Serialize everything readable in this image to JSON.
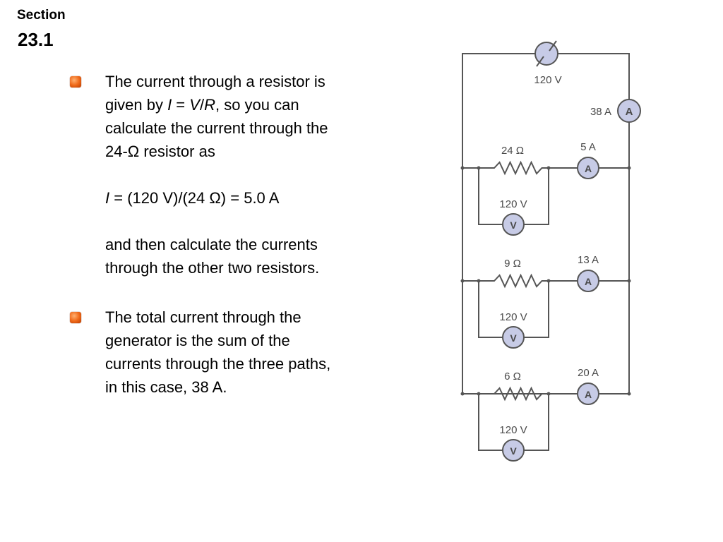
{
  "section": {
    "label": "Section",
    "number": "23.1"
  },
  "bullets": [
    {
      "lines": [
        "The current through a resistor is",
        "given by <i>I</i> = <i>V</i>/<i>R</i>, so you can",
        "calculate the current through the",
        "24-Ω resistor as",
        "",
        "<i>I</i> = (120 V)/(24 Ω) = 5.0 A",
        "",
        "and then calculate the currents",
        "through the other two resistors."
      ]
    },
    {
      "lines": [
        "The total current through the",
        "generator is the sum of the",
        "currents through the three paths,",
        "in this case, 38 A."
      ]
    }
  ],
  "circuit": {
    "generator_voltage": "120 V",
    "total_current": "38 A",
    "ammeter_symbol": "A",
    "voltmeter_symbol": "V",
    "branches": [
      {
        "resistance": "24 Ω",
        "current": "5 A",
        "voltage": "120 V"
      },
      {
        "resistance": "9 Ω",
        "current": "13 A",
        "voltage": "120 V"
      },
      {
        "resistance": "6 Ω",
        "current": "20 A",
        "voltage": "120 V"
      }
    ]
  },
  "colors": {
    "meter_fill": "#c7cbe6",
    "wire": "#555555",
    "bullet": "#f06a1a"
  }
}
